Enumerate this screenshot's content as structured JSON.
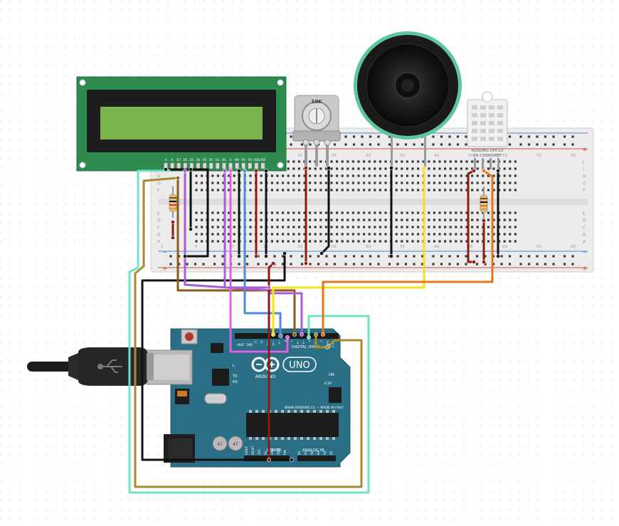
{
  "lcd": {
    "pin_labels": [
      "A",
      "K",
      "D7",
      "D6",
      "D5",
      "D4",
      "D3",
      "D2",
      "D1",
      "D0",
      "E",
      "RW",
      "RS",
      "V0",
      "VDD",
      "VSS"
    ]
  },
  "potentiometer": {
    "label": "10K"
  },
  "sensor": {
    "label_line1": "AOSONG  DHT22",
    "label_line2": "SN:1308008EF"
  },
  "breadboard": {
    "row_letters_top": [
      "J",
      "I",
      "H",
      "G",
      "F"
    ],
    "row_letters_bottom": [
      "E",
      "D",
      "C",
      "B",
      "A"
    ],
    "column_numbers": [
      "1",
      "5",
      "10",
      "15",
      "20",
      "25",
      "30",
      "35",
      "40",
      "45",
      "50",
      "55",
      "60"
    ],
    "rail_plus": "+",
    "rail_minus": "−"
  },
  "arduino": {
    "brand": "ARDUINO",
    "model": "UNO",
    "digital_label": "DIGITAL (PWM~)",
    "power_label": "POWER",
    "analog_label": "ANALOG IN",
    "url_text": "WWW.ARDUINO.CC — MADE IN ITALY",
    "tx_label": "TX",
    "rx_label": "RX",
    "l_label": "L",
    "on_label": "ON",
    "icsp_label": "ICSP",
    "aref_label": "AREF",
    "gnd_label": "GND",
    "analog_pins": [
      "A0",
      "A1",
      "A2",
      "A3",
      "A4",
      "A5"
    ],
    "power_pins": [
      "IOREF",
      "RESET",
      "3V3",
      "5V",
      "GND",
      "GND",
      "VIN"
    ],
    "digital_pins": [
      "13",
      "12",
      "~11",
      "~10",
      "~9",
      "8",
      "7",
      "~6",
      "~5",
      "4",
      "~3",
      "2",
      "TX→1",
      "RX←0"
    ],
    "cap_labels": [
      "47",
      "47"
    ]
  },
  "colors": {
    "board": "#2a6f85",
    "breadboard": "#ececec",
    "lcd_bezel": "#2e8a4f",
    "lcd_screen": "#7bb34f",
    "speaker_ring": "#5cc79b",
    "wire_black": "#111111",
    "wire_red": "#8b1a12",
    "wire_brown": "#8a5a1e",
    "wire_purple": "#a95fcf",
    "wire_pink": "#e35ee3",
    "wire_blue": "#4d8ad8",
    "wire_yellow": "#f5e31a",
    "wire_orange": "#e8741a",
    "wire_teal": "#6fe3c2",
    "wire_gold": "#a98a2e"
  }
}
